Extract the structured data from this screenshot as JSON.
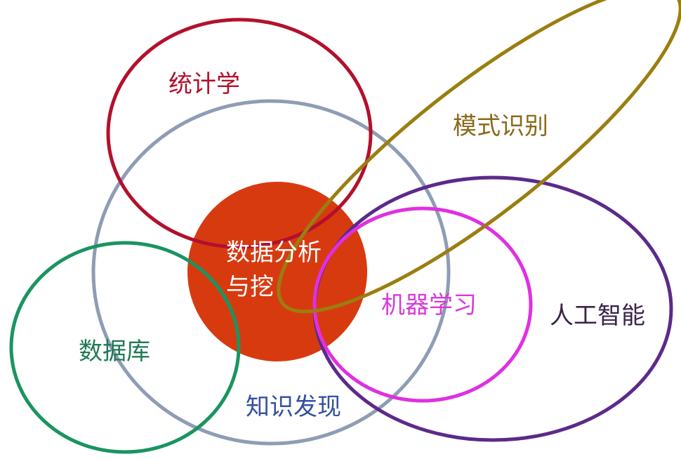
{
  "sets": [
    {
      "id": "statistics",
      "label": "统计学",
      "color": "#b3102c"
    },
    {
      "id": "knowledge-discovery",
      "label": "知识发现",
      "color": "#8e9db5",
      "text_color": "#3550a0"
    },
    {
      "id": "database",
      "label": "数据库",
      "color": "#1a9460",
      "text_color": "#1f7a55"
    },
    {
      "id": "pattern-recognition",
      "label": "模式识别",
      "color": "#9a7e10",
      "text_color": "#8a6a1a"
    },
    {
      "id": "artificial-intelligence",
      "label": "人工智能",
      "color": "#5c2a8a",
      "text_color": "#3a2448"
    },
    {
      "id": "machine-learning",
      "label": "机器学习",
      "color": "#e030e0",
      "text_color": "#d83ad8"
    }
  ],
  "center": {
    "line1": "数据分析",
    "line2": "与挖",
    "color": "#d83a10",
    "text_color": "#ffffff"
  }
}
